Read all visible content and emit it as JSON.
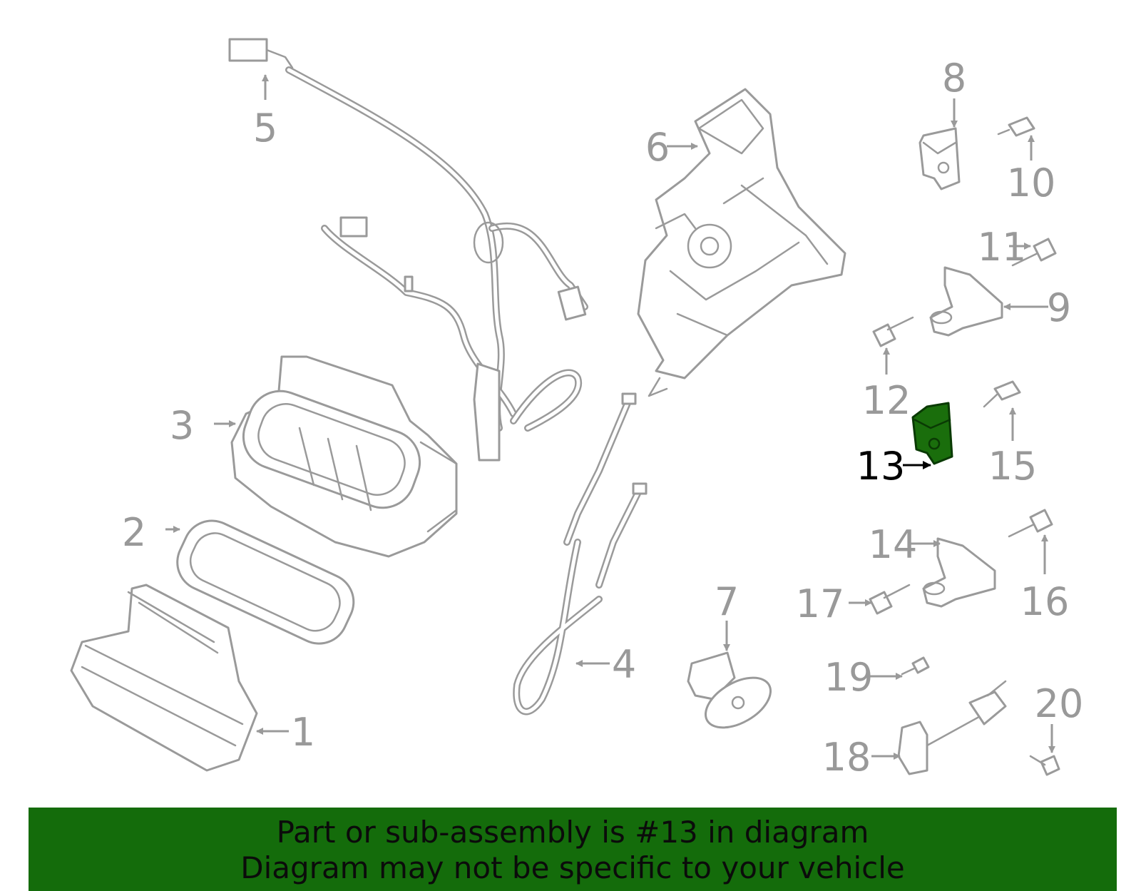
{
  "diagram": {
    "callouts": [
      {
        "id": "1",
        "label": "1"
      },
      {
        "id": "2",
        "label": "2"
      },
      {
        "id": "3",
        "label": "3"
      },
      {
        "id": "4",
        "label": "4"
      },
      {
        "id": "5",
        "label": "5"
      },
      {
        "id": "6",
        "label": "6"
      },
      {
        "id": "7",
        "label": "7"
      },
      {
        "id": "8",
        "label": "8"
      },
      {
        "id": "9",
        "label": "9"
      },
      {
        "id": "10",
        "label": "10"
      },
      {
        "id": "11",
        "label": "11"
      },
      {
        "id": "12",
        "label": "12"
      },
      {
        "id": "13",
        "label": "13"
      },
      {
        "id": "14",
        "label": "14"
      },
      {
        "id": "15",
        "label": "15"
      },
      {
        "id": "16",
        "label": "16"
      },
      {
        "id": "17",
        "label": "17"
      },
      {
        "id": "18",
        "label": "18"
      },
      {
        "id": "19",
        "label": "19"
      },
      {
        "id": "20",
        "label": "20"
      }
    ],
    "highlighted_part": "13",
    "highlight_color": "#1a6e0c",
    "line_color": "#9a9a9a"
  },
  "banner": {
    "line1": "Part or sub-assembly is #13 in diagram",
    "line2": "Diagram may not be specific to your vehicle",
    "background": "#146c0b"
  }
}
